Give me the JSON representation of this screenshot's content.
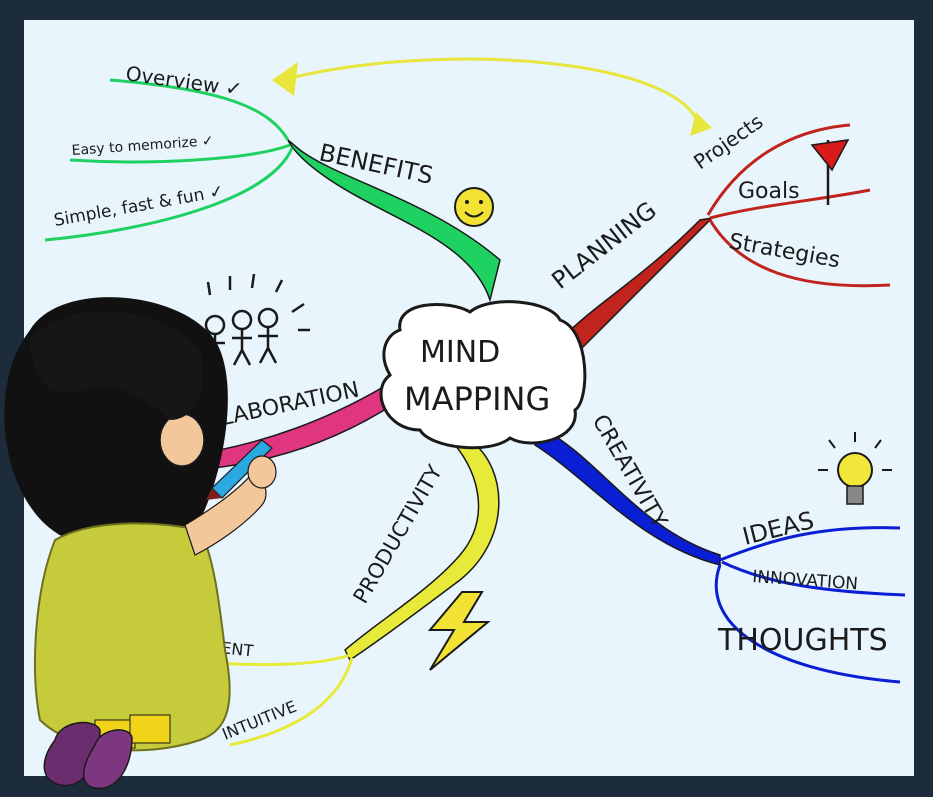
{
  "colors": {
    "frame": "#1d2c3b",
    "board": "#e8f5fc",
    "benefits": "#1fd160",
    "planning": "#c0241c",
    "creativity": "#0a1fd4",
    "productivity": "#e8ea3a",
    "collaboration": "#e0357f",
    "arrow": "#e8e63a"
  },
  "center": {
    "line1": "MIND",
    "line2": "MAPPING"
  },
  "benefits": {
    "label": "BENEFITS",
    "items": [
      "Overview ✓",
      "Easy to memorize ✓",
      "Simple, fast & fun ✓"
    ],
    "icon": "smiley-icon"
  },
  "planning": {
    "label": "PLANNING",
    "items": [
      "Projects",
      "Goals",
      "Strategies"
    ],
    "icon": "red-flag-icon"
  },
  "creativity": {
    "label": "CREATIVITY",
    "items": [
      "IDEAS",
      "INNOVATION",
      "THOUGHTS"
    ],
    "icon": "lightbulb-icon"
  },
  "productivity": {
    "label": "PRODUCTIVITY",
    "items": [
      "EFFICIENT",
      "INTUITIVE"
    ],
    "icon": "lightning-icon"
  },
  "collaboration": {
    "label": "LLABORATION",
    "icon": "stick-figures-icon"
  },
  "illustration": "girl-drawing-icon"
}
